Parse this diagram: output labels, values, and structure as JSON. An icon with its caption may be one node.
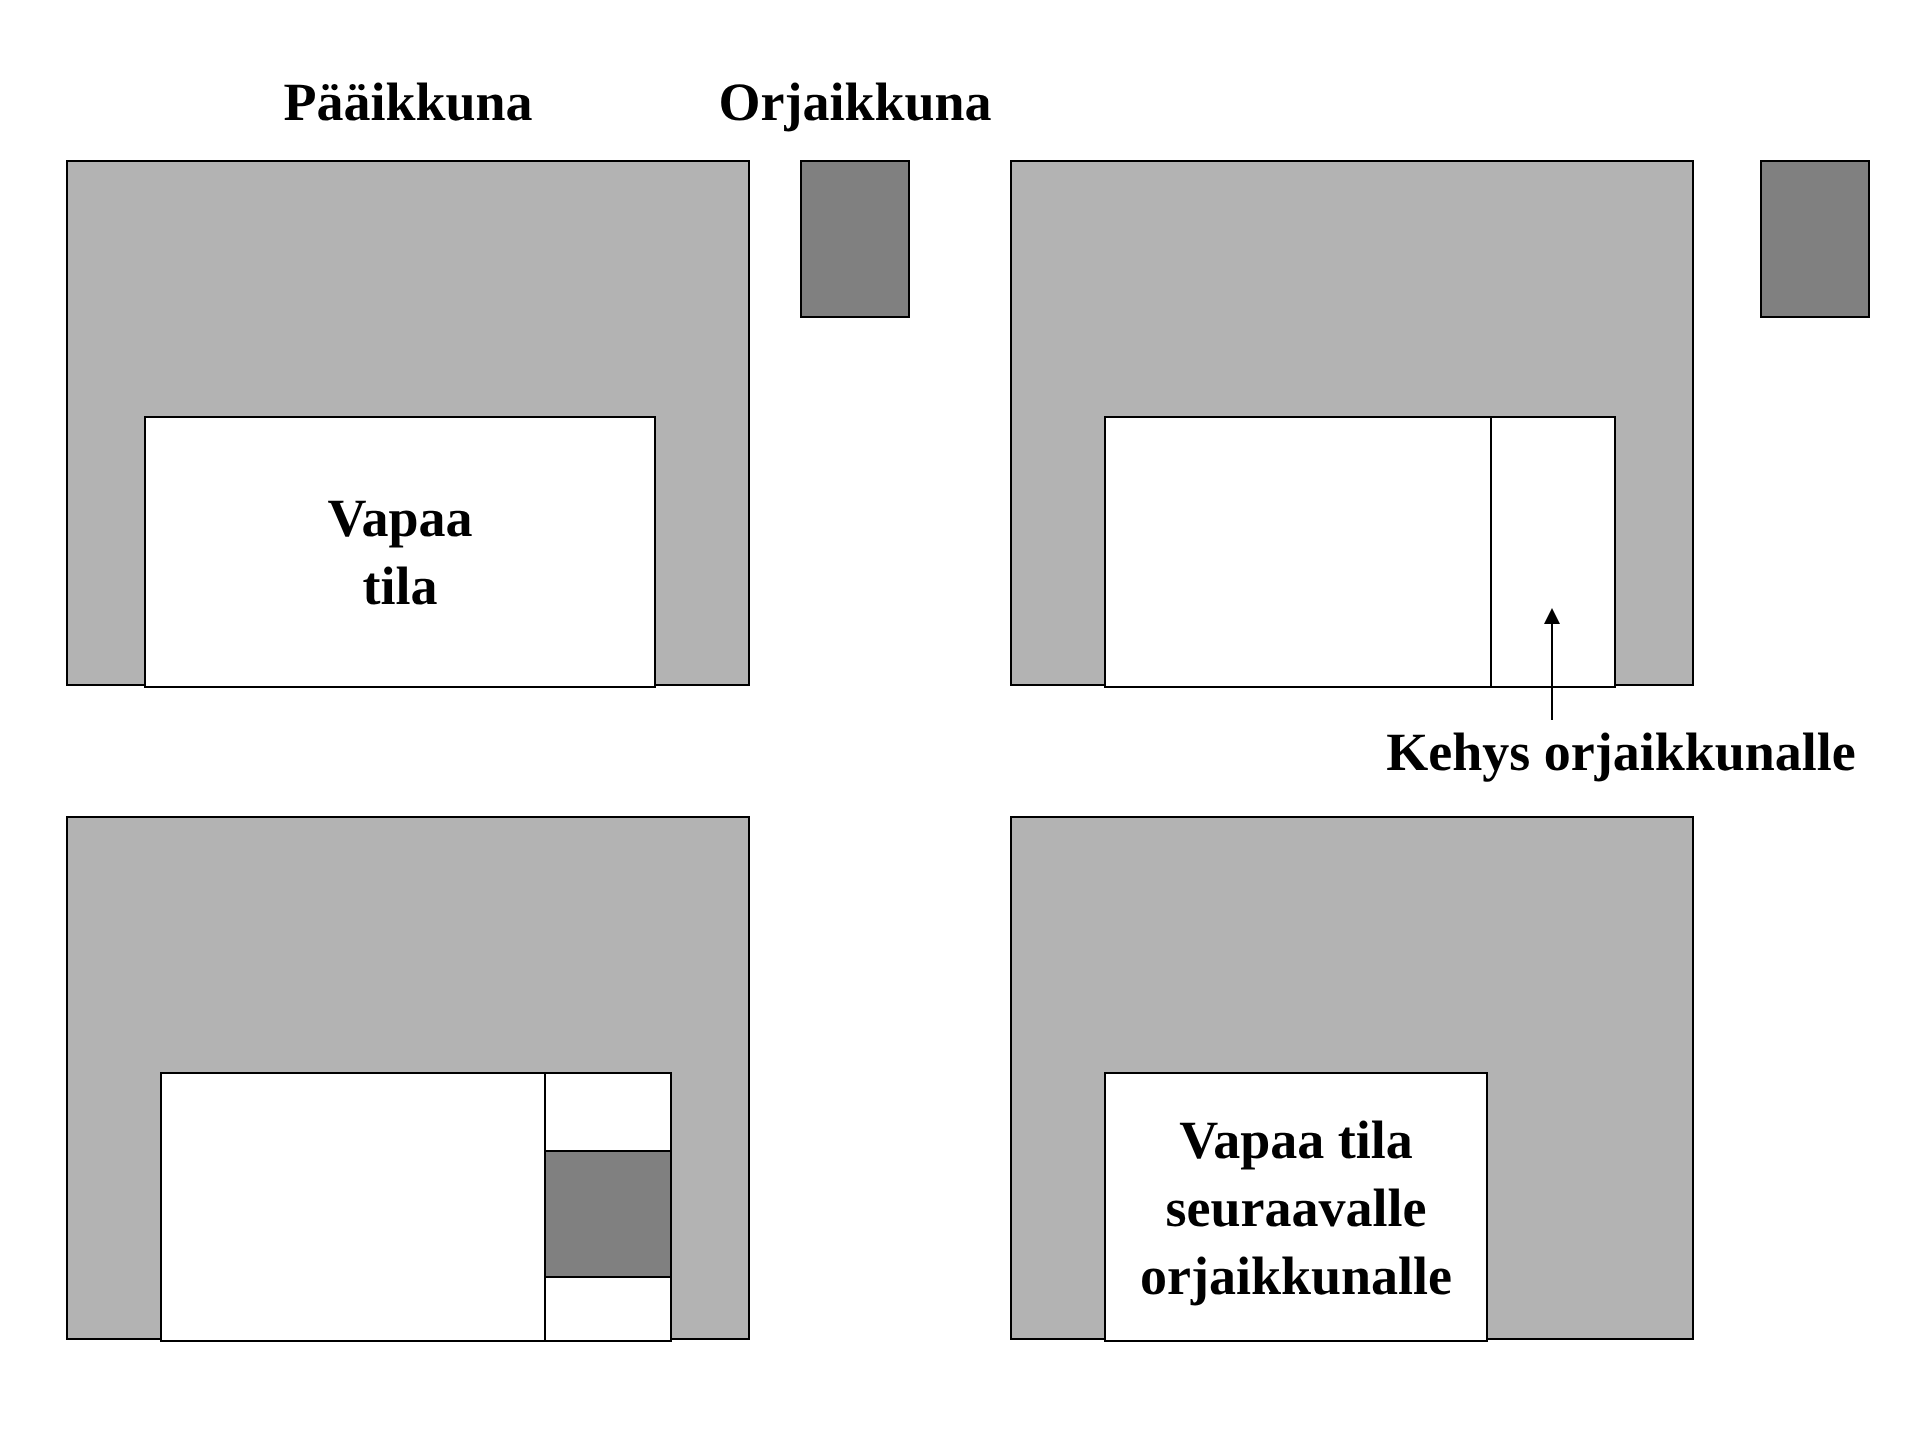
{
  "diagram": {
    "nodes": [
      {
        "text": [
          "Pääikkuna"
        ]
      },
      {
        "text": [
          "Orjaikkuna"
        ]
      },
      {
        "text": [
          "Vapaa tila"
        ],
        "in": 0
      },
      {
        "text": [],
        "shape": "box"
      },
      {
        "text": [],
        "shape": "box",
        "in": 3
      },
      {
        "text": [],
        "shape": "box",
        "in": 4
      },
      {
        "text": [],
        "shape": "box"
      },
      {
        "text": [
          "Kehys orjaikkunalle"
        ]
      },
      {
        "text": [],
        "shape": "box"
      },
      {
        "text": [],
        "shape": "box",
        "in": 8
      },
      {
        "text": [],
        "shape": "box",
        "in": 9
      },
      {
        "text": [],
        "shape": "box",
        "in": 10
      },
      {
        "text": [],
        "shape": "box"
      },
      {
        "text": [
          "Vapaa tila seuraavalle orjaikkunalle"
        ],
        "in": 12
      }
    ],
    "edges": [
      {
        "from": 7,
        "to": 5,
        "arrow": "to"
      }
    ]
  }
}
